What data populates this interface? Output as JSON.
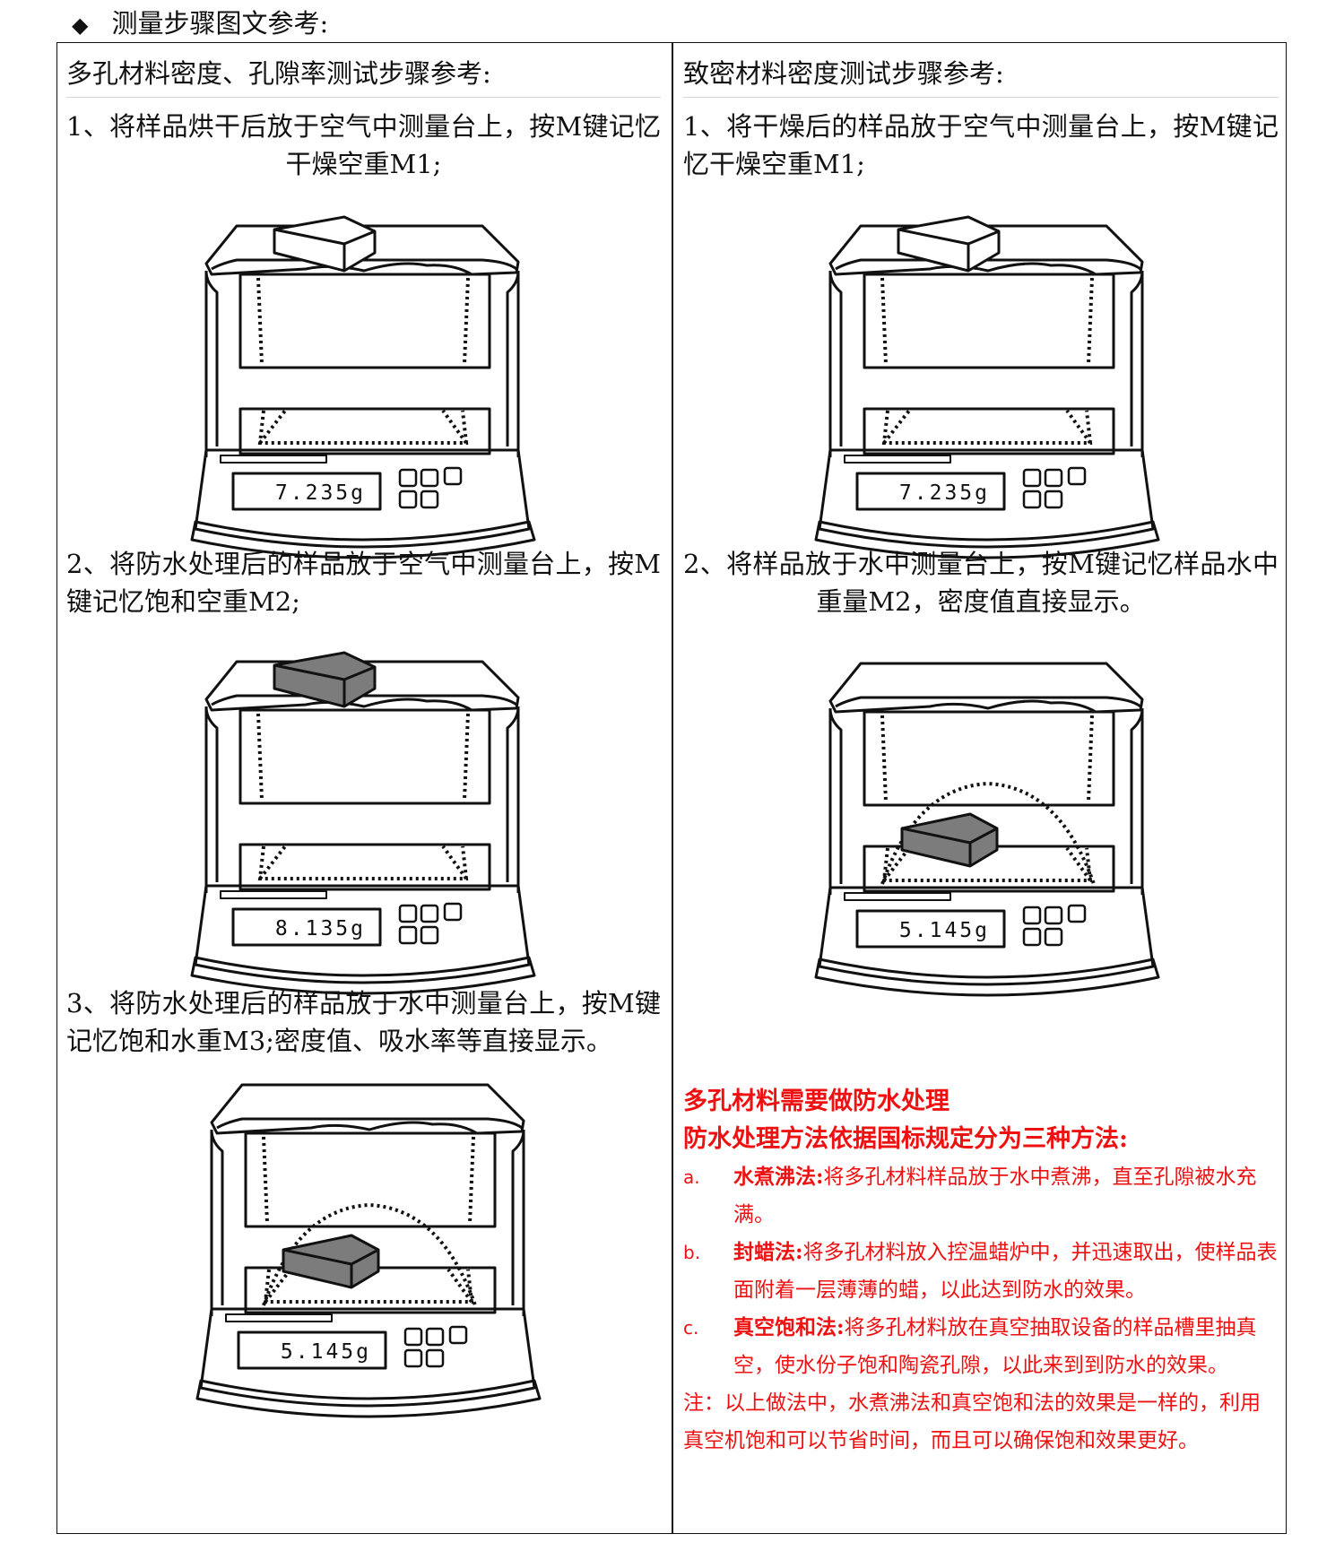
{
  "heading": {
    "bullet": "◆",
    "text": "测量步骤图文参考:"
  },
  "left_column": {
    "title": "多孔材料密度、孔隙率测试步骤参考:",
    "steps": [
      {
        "text": "1、将样品烘干后放于空气中测量台上，按M键记忆干燥空重M1;",
        "display": "7.235g",
        "sample": "dry-on-top"
      },
      {
        "text": "2、将防水处理后的样品放于空气中测量台上，按M键记忆饱和空重M2;",
        "display": "8.135g",
        "sample": "wet-on-top"
      },
      {
        "text": "3、将防水处理后的样品放于水中测量台上，按M键记忆饱和水重M3;密度值、吸水率等直接显示。",
        "display": "5.145g",
        "sample": "in-water"
      }
    ]
  },
  "right_column": {
    "title": "致密材料密度测试步骤参考:",
    "steps": [
      {
        "text": "1、将干燥后的样品放于空气中测量台上，按M键记忆干燥空重M1;",
        "display": "7.235g",
        "sample": "dry-on-top"
      },
      {
        "text": "2、将样品放于水中测量台上，按M键记忆样品水中重量M2，密度值直接显示。",
        "display": "5.145g",
        "sample": "in-water"
      }
    ],
    "notes": {
      "color": "#ee1111",
      "line1": "多孔材料需要做防水处理",
      "line2": "防水处理方法依据国标规定分为三种方法:",
      "methods": [
        {
          "marker": "a.",
          "name": "水煮沸法:",
          "desc": "将多孔材料样品放于水中煮沸，直至孔隙被水充满。"
        },
        {
          "marker": "b.",
          "name": "封蜡法:",
          "desc": "将多孔材料放入控温蜡炉中，并迅速取出，使样品表面附着一层薄薄的蜡，以此达到防水的效果。"
        },
        {
          "marker": "c.",
          "name": "真空饱和法:",
          "desc": "将多孔材料放在真空抽取设备的样品槽里抽真空，使水份子饱和陶瓷孔隙，以此来到到防水的效果。"
        }
      ],
      "footnote": "注：以上做法中，水煮沸法和真空饱和法的效果是一样的，利用真空机饱和可以节省时间，而且可以确保饱和效果更好。"
    }
  }
}
